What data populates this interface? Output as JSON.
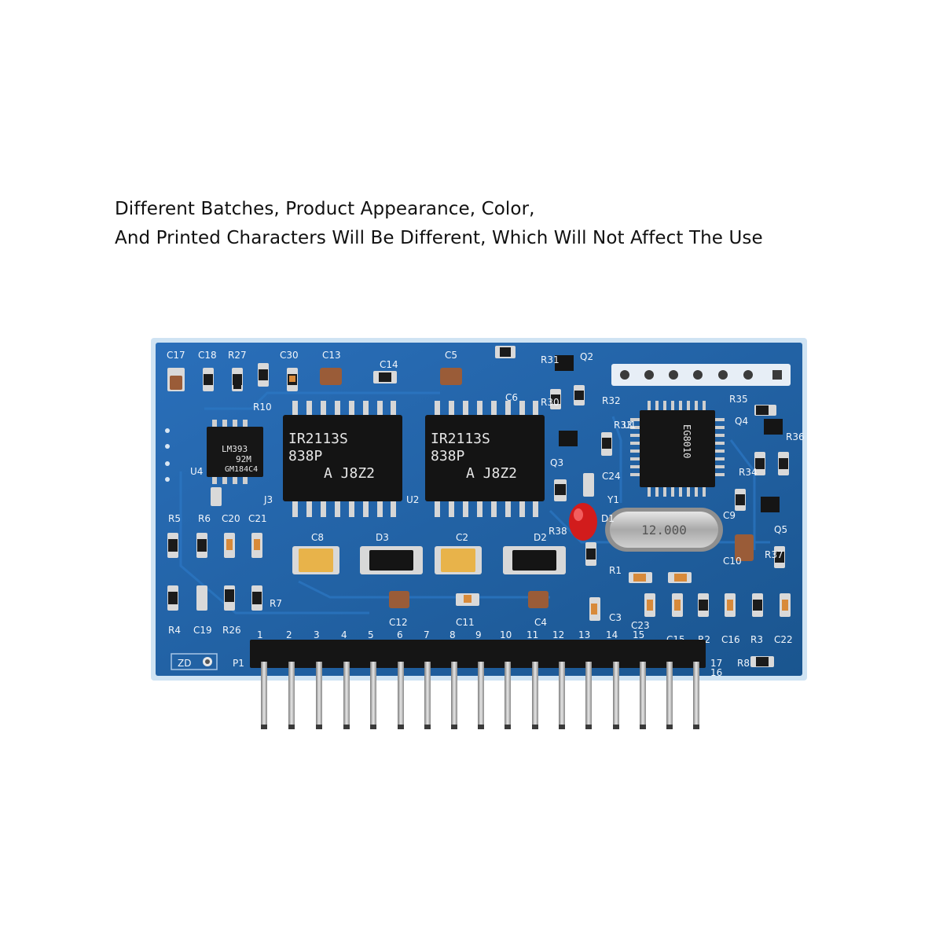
{
  "notice": {
    "line1": "Different Batches, Product Appearance, Color,",
    "line2": "And Printed Characters Will Be Different, Which Will Not Affect The Use"
  },
  "board": {
    "pcb_color": "#1f5fa8",
    "chips": {
      "u4": [
        "LM393",
        "92M",
        "GM184C4"
      ],
      "u3": [
        "IR2113S",
        "838P",
        "A J8Z2"
      ],
      "u2": [
        "IR2113S",
        "838P",
        "A J8Z2"
      ],
      "u1": [
        "EG8010"
      ],
      "y1": "12.000"
    },
    "labels": {
      "c17": "C17",
      "c18": "C18",
      "r27": "R27",
      "c30": "C30",
      "c13": "C13",
      "c14": "C14",
      "c5": "C5",
      "c6": "C6",
      "r31": "R31",
      "q2": "Q2",
      "r10": "R10",
      "r30": "R30",
      "r32": "R32",
      "r33": "R33",
      "u1": "U1",
      "r35": "R35",
      "q4": "Q4",
      "r36": "R36",
      "u4": "U4",
      "j3": "J3",
      "u2": "U2",
      "q3": "Q3",
      "c24": "C24",
      "y1": "Y1",
      "r34": "R34",
      "c9": "C9",
      "r5": "R5",
      "r6": "R6",
      "c20": "C20",
      "c21": "C21",
      "c8": "C8",
      "d3": "D3",
      "c2": "C2",
      "d2": "D2",
      "r38": "R38",
      "d1": "D1",
      "q5": "Q5",
      "c10": "C10",
      "r37": "R37",
      "r7": "R7",
      "c12": "C12",
      "c11": "C11",
      "c4": "C4",
      "r1": "R1",
      "c3": "C3",
      "c23": "C23",
      "r4": "R4",
      "c19": "C19",
      "r26": "R26",
      "c15": "C15",
      "r2": "R2",
      "c16": "C16",
      "r3": "R3",
      "c22": "C22",
      "zd": "ZD",
      "p1": "P1",
      "p17": "17",
      "p16": "16",
      "r8": "R8"
    },
    "pin_numbers": [
      "1",
      "2",
      "3",
      "4",
      "5",
      "6",
      "7",
      "8",
      "9",
      "10",
      "11",
      "12",
      "13",
      "14",
      "15"
    ]
  }
}
